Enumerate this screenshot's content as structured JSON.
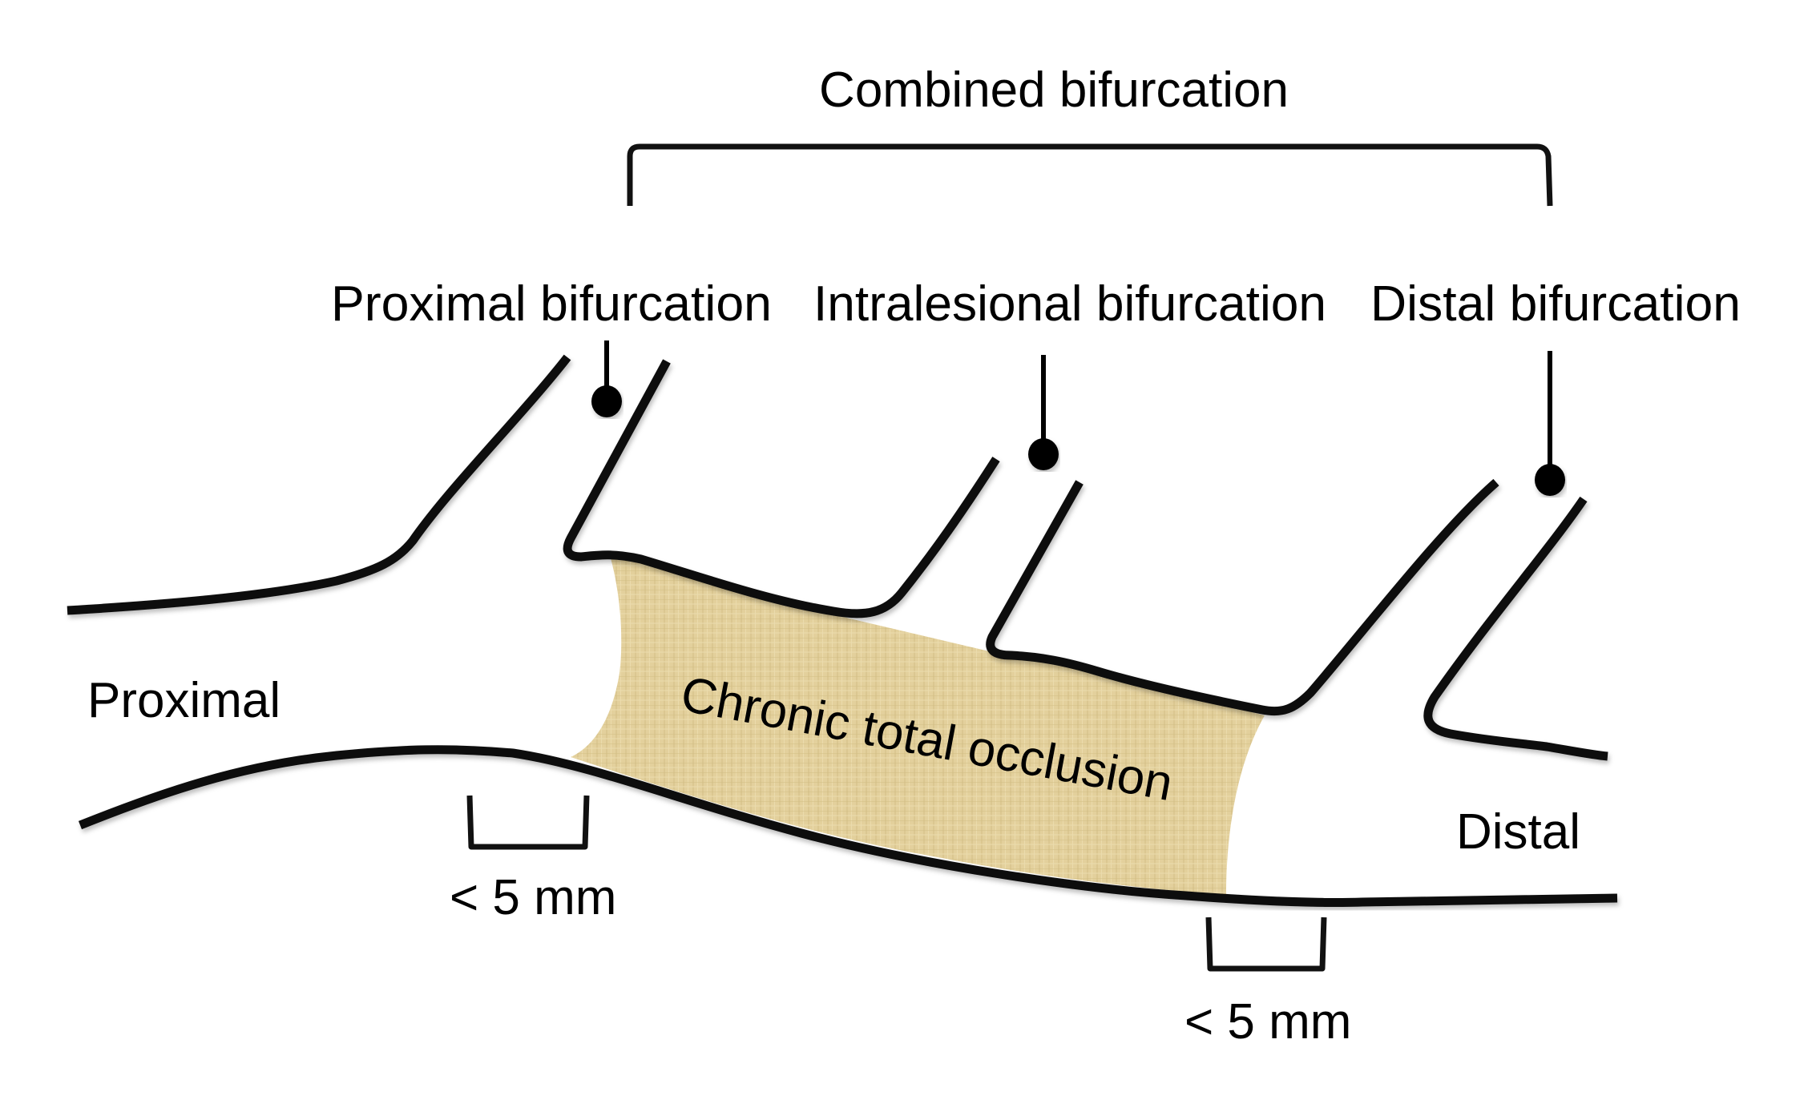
{
  "diagram": {
    "title": "Combined bifurcation",
    "bifurcation_labels": {
      "proximal": "Proximal bifurcation",
      "intralesional": "Intralesional bifurcation",
      "distal": "Distal bifurcation"
    },
    "segment_labels": {
      "proximal": "Proximal",
      "distal": "Distal"
    },
    "lesion_label": "Chronic total occlusion",
    "measurements": {
      "proximal_gap": "< 5 mm",
      "distal_gap": "< 5 mm"
    },
    "colors": {
      "lesion_fill": "#e3d09c",
      "lesion_texture": "#c9b47a",
      "line": "#111111",
      "background": "#ffffff"
    }
  }
}
